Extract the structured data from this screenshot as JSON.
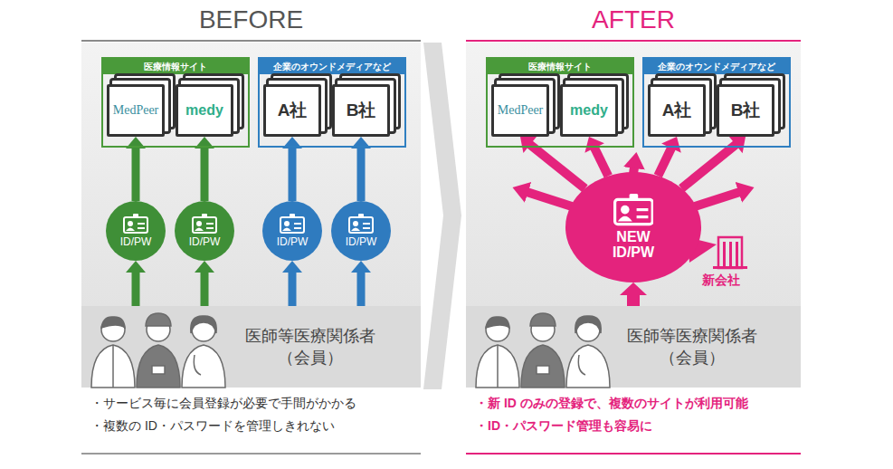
{
  "diagram": {
    "nodes": [
      {
        "text": [
          "医療情報サイト"
        ]
      },
      {
        "text": [
          "MedPeer"
        ],
        "in": 0
      },
      {
        "text": [
          "medy"
        ],
        "in": 0
      },
      {
        "text": [
          "企業のオウンドメディアなど"
        ]
      },
      {
        "text": [
          "A社"
        ],
        "in": 3
      },
      {
        "text": [
          "B社"
        ],
        "in": 3
      },
      {
        "text": [
          "ID/PW"
        ]
      },
      {
        "text": [
          "ID/PW"
        ]
      },
      {
        "text": [
          "ID/PW"
        ]
      },
      {
        "text": [
          "ID/PW"
        ]
      },
      {
        "text": [
          "医師等医療関係者 （会員）"
        ]
      },
      {
        "text": [
          "医療情報サイト"
        ]
      },
      {
        "text": [
          "MedPeer"
        ],
        "in": 11
      },
      {
        "text": [
          "medy"
        ],
        "in": 11
      },
      {
        "text": [
          "企業のオウンドメディアなど"
        ]
      },
      {
        "text": [
          "A社"
        ],
        "in": 14
      },
      {
        "text": [
          "B社"
        ],
        "in": 14
      },
      {
        "text": [
          "NEW ID/PW"
        ]
      },
      {
        "text": [
          "医師等医療関係者 （会員）"
        ]
      }
    ],
    "edges": [
      {
        "from": 6,
        "to": 1,
        "arrow": "to"
      },
      {
        "from": 7,
        "to": 2,
        "arrow": "to"
      },
      {
        "from": 8,
        "to": 4,
        "arrow": "to"
      },
      {
        "from": 9,
        "to": 5,
        "arrow": "to"
      },
      {
        "from": 10,
        "to": 6,
        "arrow": "to"
      },
      {
        "from": 10,
        "to": 7,
        "arrow": "to"
      },
      {
        "from": 10,
        "to": 8,
        "arrow": "to"
      },
      {
        "from": 10,
        "to": 9,
        "arrow": "to"
      },
      {
        "from": 18,
        "to": 17,
        "arrow": "to"
      },
      {
        "from": 17,
        "to": 12,
        "arrow": "to"
      },
      {
        "from": 17,
        "to": 13,
        "arrow": "to"
      },
      {
        "from": 17,
        "to": 15,
        "arrow": "to"
      },
      {
        "from": 17,
        "to": 16,
        "arrow": "to"
      }
    ],
    "labels": [
      "BEFORE",
      "AFTER",
      "新会社",
      "・サービス毎に会員登録が必要で手間がかかる",
      "・複数の ID・パスワードを管理しきれない",
      "・新 ID のみの登録で、複数のサイトが利用可能",
      "・ID・パスワード管理も容易に"
    ]
  }
}
